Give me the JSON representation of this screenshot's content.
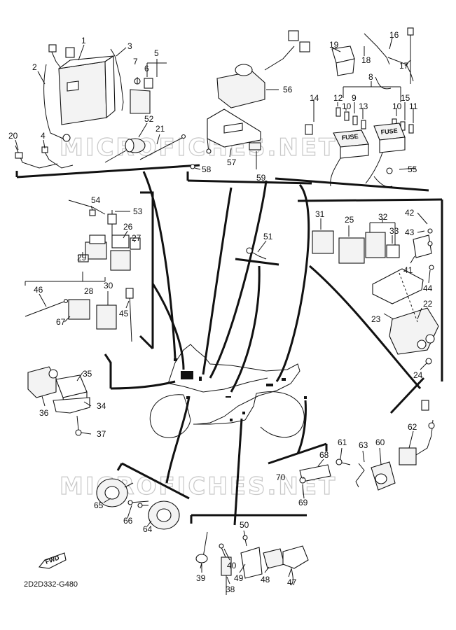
{
  "watermark": {
    "top": "MICROFICHES.NET",
    "bottom": "MICROFICHES.NET"
  },
  "diagram_code": "2D2D332-G480",
  "fwd_label": "FWD",
  "parts": [
    {
      "num": "1"
    },
    {
      "num": "2"
    },
    {
      "num": "3"
    },
    {
      "num": "4"
    },
    {
      "num": "5"
    },
    {
      "num": "6"
    },
    {
      "num": "7"
    },
    {
      "num": "8"
    },
    {
      "num": "9"
    },
    {
      "num": "10"
    },
    {
      "num": "10"
    },
    {
      "num": "11"
    },
    {
      "num": "12"
    },
    {
      "num": "13"
    },
    {
      "num": "14"
    },
    {
      "num": "15"
    },
    {
      "num": "16"
    },
    {
      "num": "17"
    },
    {
      "num": "18"
    },
    {
      "num": "19"
    },
    {
      "num": "20"
    },
    {
      "num": "21"
    },
    {
      "num": "22"
    },
    {
      "num": "23"
    },
    {
      "num": "24"
    },
    {
      "num": "25"
    },
    {
      "num": "26"
    },
    {
      "num": "27"
    },
    {
      "num": "28"
    },
    {
      "num": "29"
    },
    {
      "num": "30"
    },
    {
      "num": "31"
    },
    {
      "num": "32"
    },
    {
      "num": "33"
    },
    {
      "num": "34"
    },
    {
      "num": "35"
    },
    {
      "num": "36"
    },
    {
      "num": "37"
    },
    {
      "num": "38"
    },
    {
      "num": "39"
    },
    {
      "num": "40"
    },
    {
      "num": "41"
    },
    {
      "num": "42"
    },
    {
      "num": "43"
    },
    {
      "num": "44"
    },
    {
      "num": "45"
    },
    {
      "num": "46"
    },
    {
      "num": "47"
    },
    {
      "num": "48"
    },
    {
      "num": "49"
    },
    {
      "num": "50"
    },
    {
      "num": "51"
    },
    {
      "num": "52"
    },
    {
      "num": "53"
    },
    {
      "num": "54"
    },
    {
      "num": "55"
    },
    {
      "num": "56"
    },
    {
      "num": "57"
    },
    {
      "num": "58"
    },
    {
      "num": "59"
    },
    {
      "num": "60"
    },
    {
      "num": "61"
    },
    {
      "num": "62"
    },
    {
      "num": "63"
    },
    {
      "num": "64"
    },
    {
      "num": "65"
    },
    {
      "num": "66"
    },
    {
      "num": "67"
    },
    {
      "num": "68"
    },
    {
      "num": "69"
    },
    {
      "num": "70"
    }
  ],
  "fuse_labels": [
    "FUSE",
    "FUSE"
  ]
}
